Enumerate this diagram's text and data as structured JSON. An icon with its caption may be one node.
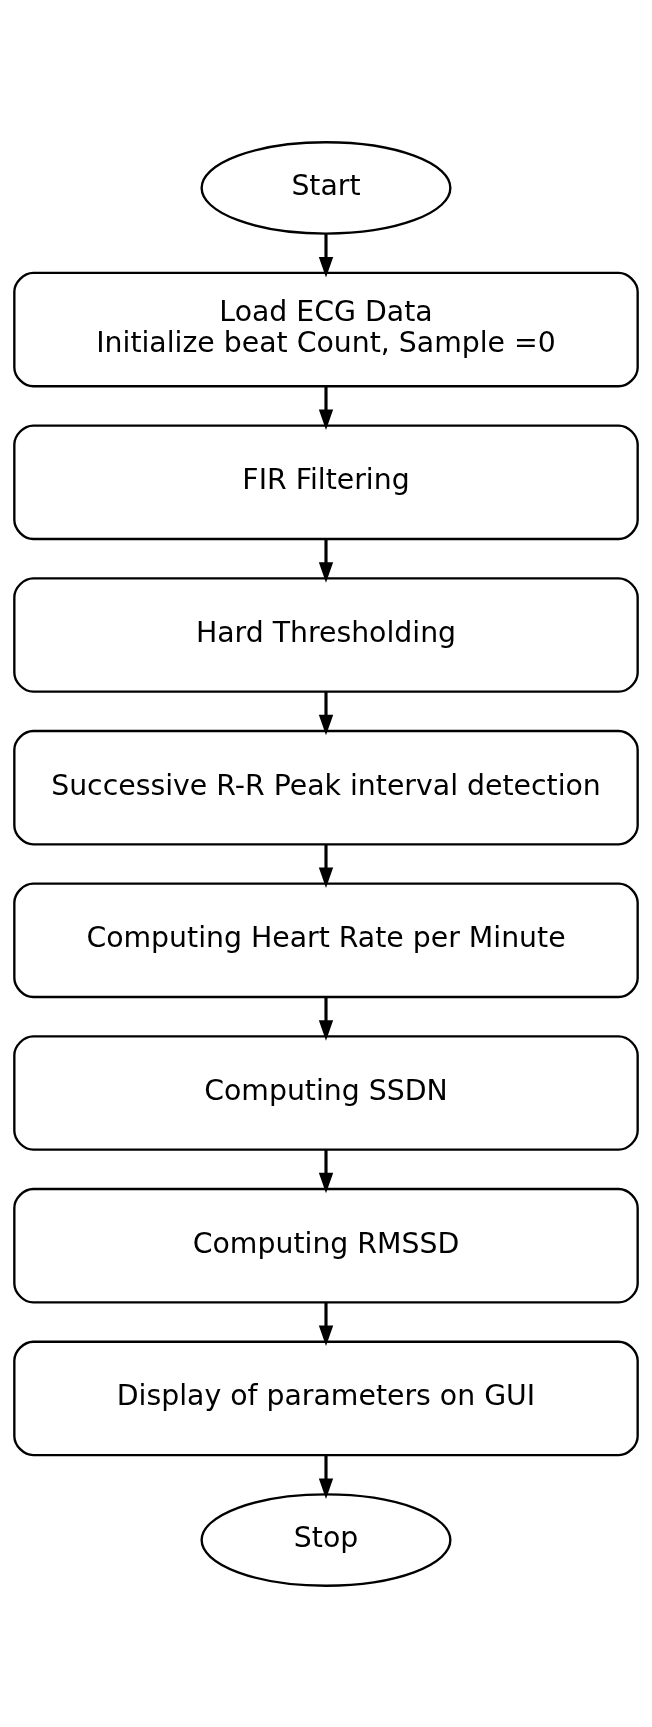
{
  "diagram": {
    "nodes": [
      {
        "text": [
          "Start"
        ]
      },
      {
        "text": [
          "Load ECG Data",
          "Initialize beat Count, Sample =0"
        ]
      },
      {
        "text": [
          "FIR Filtering"
        ]
      },
      {
        "text": [
          "Hard Thresholding"
        ]
      },
      {
        "text": [
          "Successive R-R Peak interval detection"
        ]
      },
      {
        "text": [
          "Computing Heart Rate per Minute"
        ]
      },
      {
        "text": [
          "Computing SSDN"
        ]
      },
      {
        "text": [
          "Computing RMSSD"
        ]
      },
      {
        "text": [
          "Display of parameters on GUI"
        ]
      },
      {
        "text": [
          "Stop"
        ]
      }
    ],
    "edges": [
      {
        "from": 0,
        "to": 1,
        "arrow": "to"
      },
      {
        "from": 1,
        "to": 2,
        "arrow": "to"
      },
      {
        "from": 2,
        "to": 3,
        "arrow": "to"
      },
      {
        "from": 3,
        "to": 4,
        "arrow": "to"
      },
      {
        "from": 4,
        "to": 5,
        "arrow": "to"
      },
      {
        "from": 5,
        "to": 6,
        "arrow": "to"
      },
      {
        "from": 6,
        "to": 7,
        "arrow": "to"
      },
      {
        "from": 7,
        "to": 8,
        "arrow": "to"
      },
      {
        "from": 8,
        "to": 9,
        "arrow": "to"
      }
    ]
  }
}
